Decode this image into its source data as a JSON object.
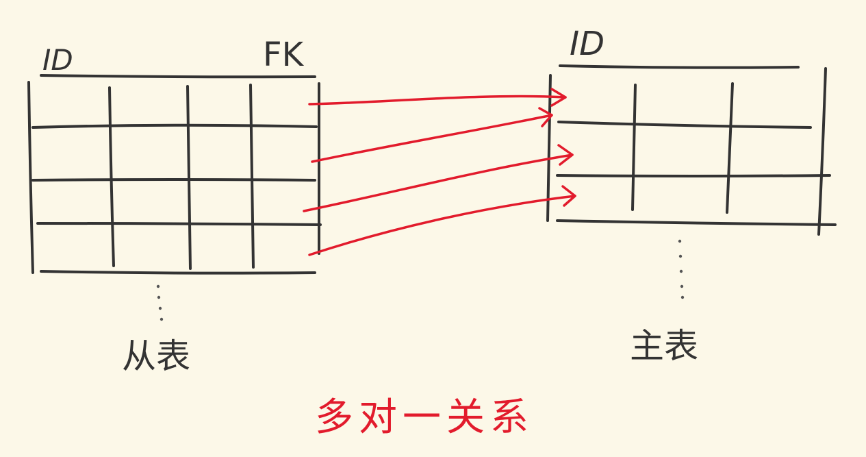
{
  "colors": {
    "background": "#fcf8e8",
    "ink": "#333333",
    "accent": "#e21b2c"
  },
  "left_table": {
    "id_label": "ID",
    "fk_label": "FK",
    "caption": "从表",
    "rows": 4,
    "columns": 4
  },
  "right_table": {
    "id_label": "ID",
    "caption": "主表",
    "rows": 3,
    "columns": 3
  },
  "relations": {
    "arrow_count": 4,
    "title": "多对一关系"
  }
}
